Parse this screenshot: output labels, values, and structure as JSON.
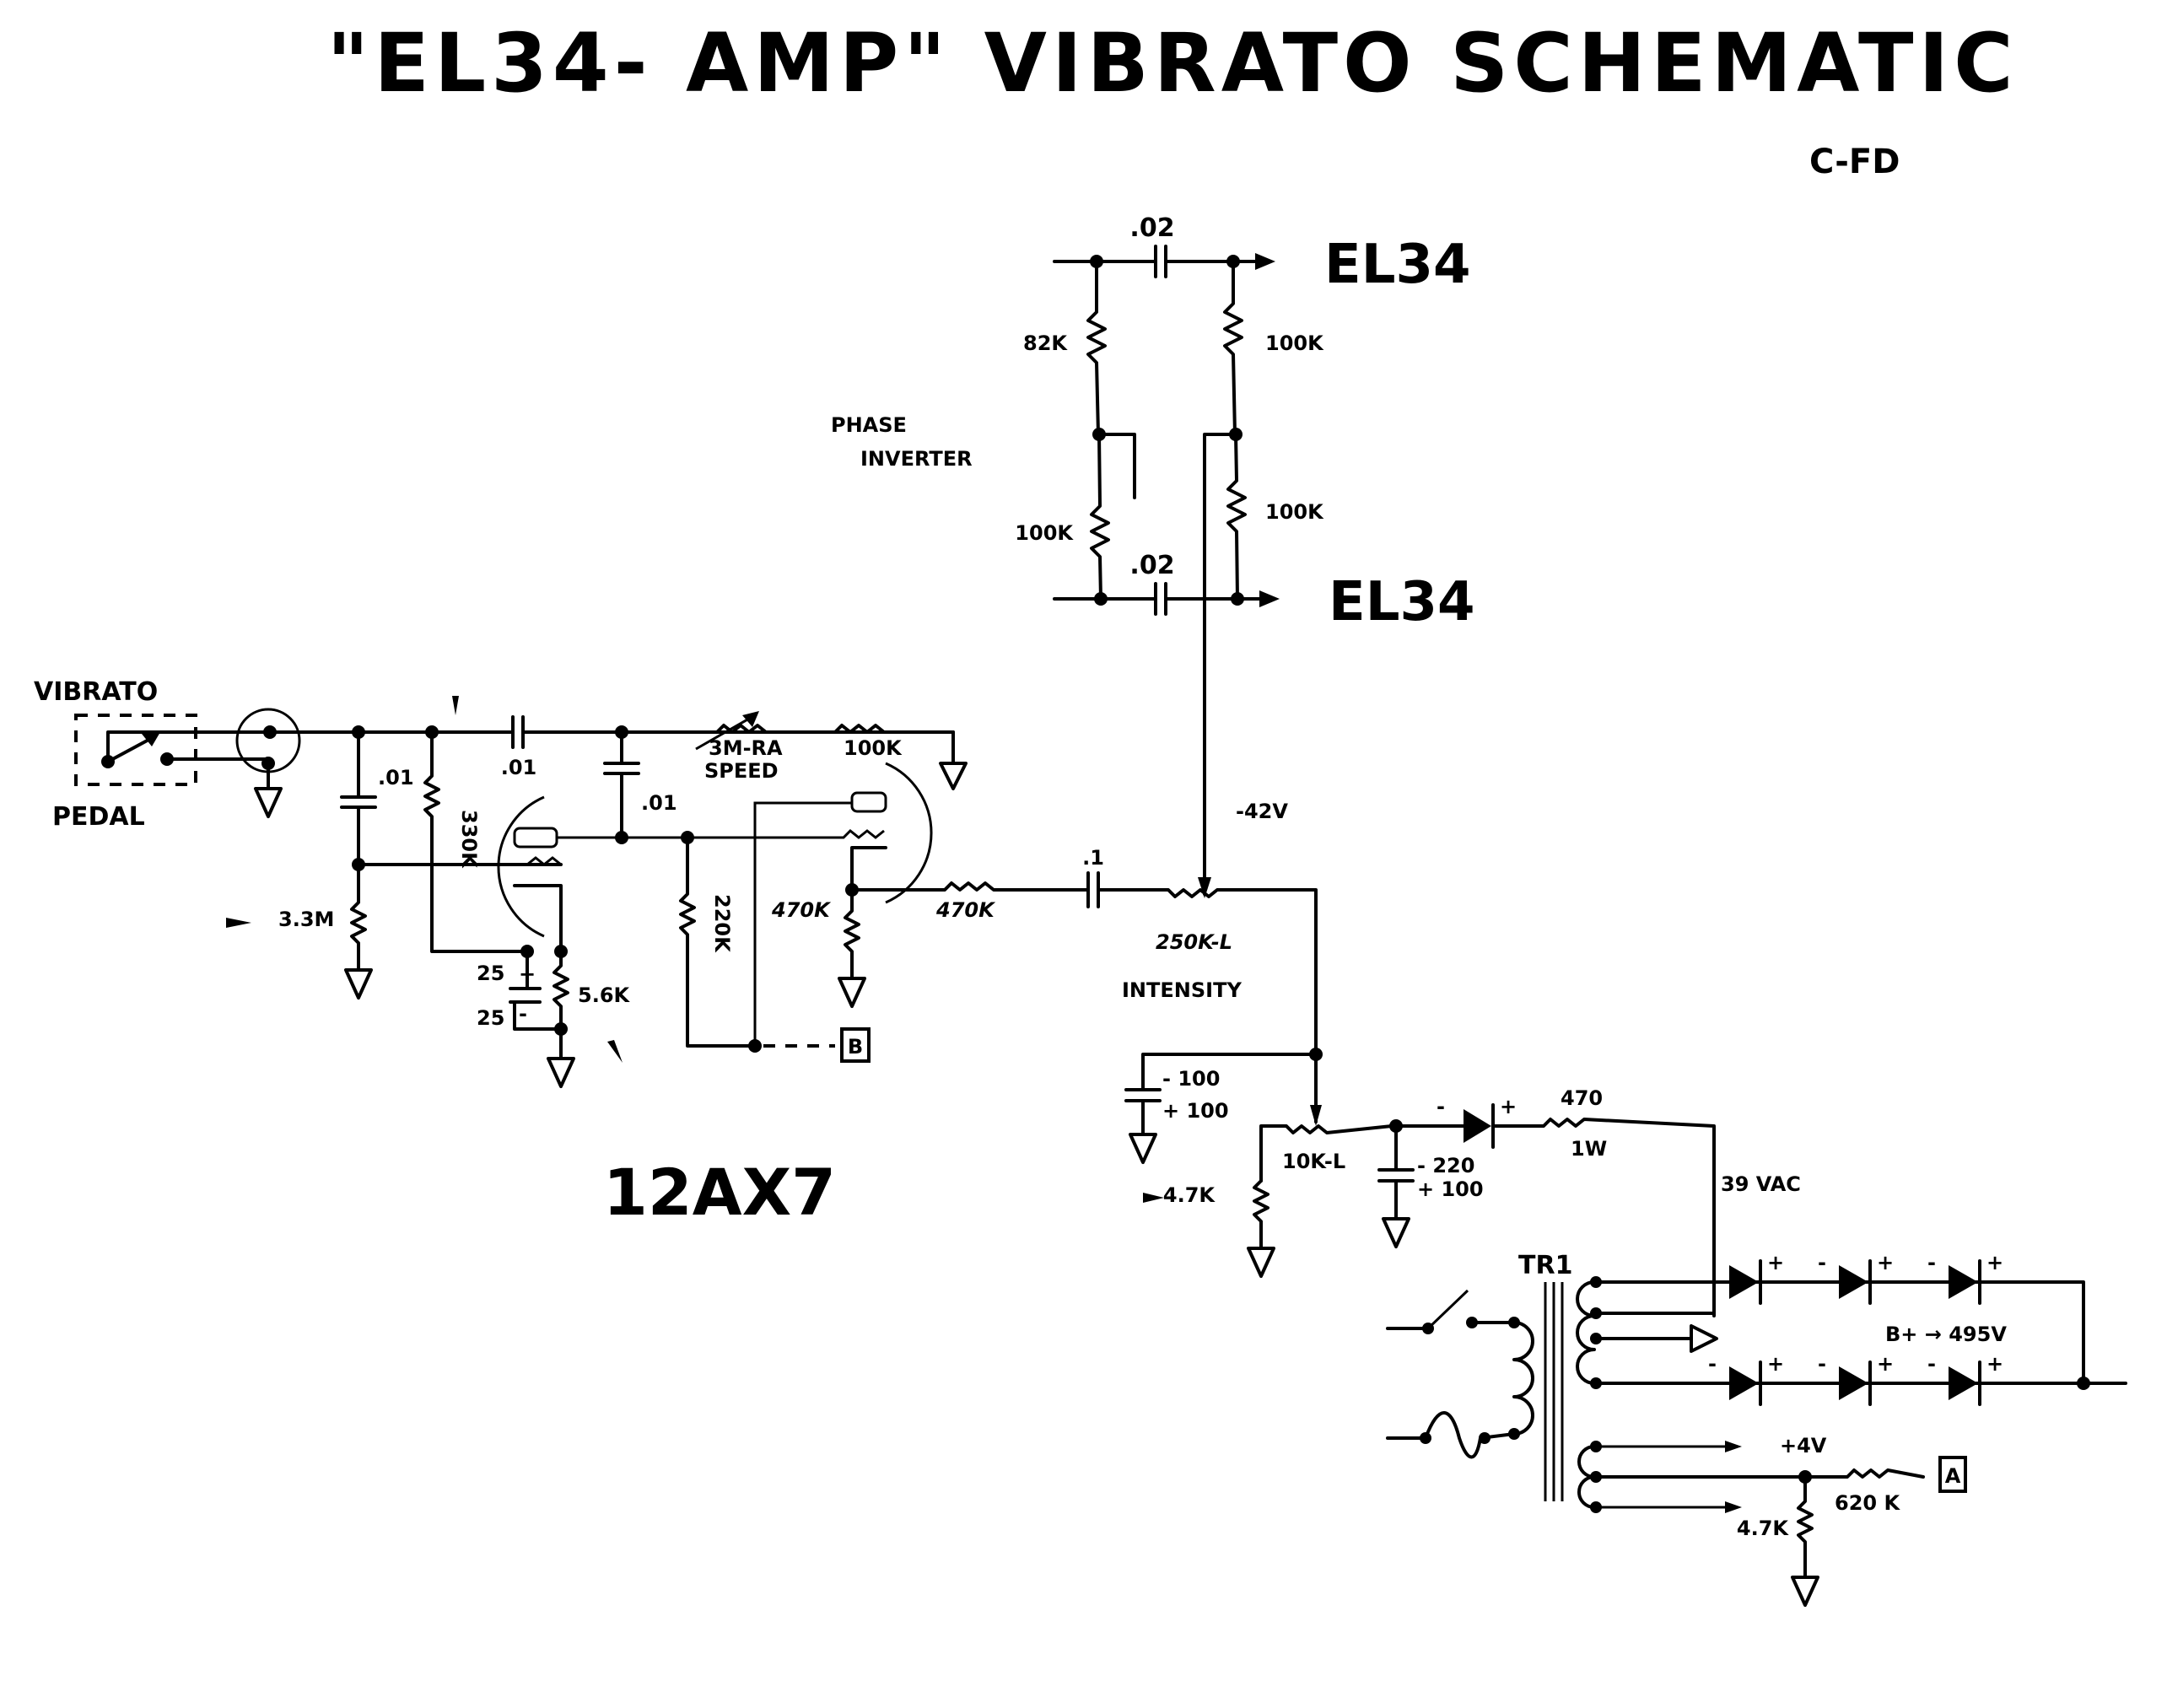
{
  "title": "\"EL34- AMP\" VIBRATO SCHEMATIC",
  "drawing_code": "C-FD",
  "phase_inverter": {
    "label_line1": "PHASE",
    "label_line2": "INVERTER",
    "cap_top": ".02",
    "cap_bottom": ".02",
    "res_left_top": "82K",
    "res_right_top": "100K",
    "res_left_bottom": "100K",
    "res_right_bottom": "100K",
    "out_top": "EL34",
    "out_bottom": "EL34"
  },
  "input": {
    "switch_label_top": "VIBRATO",
    "switch_label_bottom": "PEDAL",
    "cap1": ".01",
    "res_330k": "330K",
    "res_3_3m": "3.3M",
    "cap2": ".01",
    "cap3": ".01",
    "cathode_cap_top": "25",
    "cathode_cap_bottom": "25",
    "cathode_res": "5.6K",
    "plus": "+",
    "minus": "-"
  },
  "oscillator": {
    "speed_pot": "3M-RA",
    "speed_label": "SPEED",
    "res_100k": "100K",
    "res_220k": "220K",
    "plate_res": "470K",
    "series_res": "470K",
    "coupling_cap": ".1",
    "tube": "12AX7",
    "connector_b": "B"
  },
  "intensity": {
    "voltage": "-42V",
    "pot": "250K-L",
    "label": "INTENSITY",
    "cap_top": "- 100",
    "cap_bottom": "+ 100",
    "bias_pot": "10K-L",
    "bias_res": "4.7K",
    "filter_cap_top": "- 220",
    "filter_cap_bottom": "+ 100",
    "diode_minus": "-",
    "diode_plus": "+",
    "dropping_res": "470",
    "dropping_res_power": "1W",
    "ac_voltage": "39 VAC"
  },
  "power": {
    "transformer": "TR1",
    "b_plus": "B+ → 495V",
    "heater_voltage": "+4V",
    "res_620k": "620 K",
    "res_4_7k": "4.7K",
    "connector_a": "A",
    "diode_plus": "+",
    "diode_minus": "-"
  }
}
